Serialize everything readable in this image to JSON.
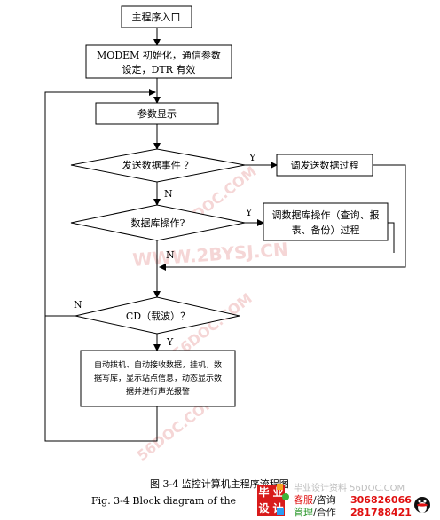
{
  "nodes": {
    "entry": "主程序入口",
    "init_line1": "MODEM 初始化，通信参数",
    "init_line2": "设定，DTR 有效",
    "param_display": "参数显示",
    "send_event": "发送数据事件 ？",
    "call_send": "调发送数据过程",
    "db_op": "数据库操作?",
    "call_db_line1": "调数据库操作（查询、报",
    "call_db_line2": "表、备份）过程",
    "cd": "CD（载波）？",
    "process_line1": "自动拨机、自动接收数据，挂机，数",
    "process_line2": "据写库，显示站点信息，动态显示数",
    "process_line3": "据并进行声光报警"
  },
  "edge_labels": {
    "send_yes": "Y",
    "send_no": "N",
    "db_yes": "Y",
    "db_no": "N",
    "cd_no": "N",
    "cd_yes": "Y"
  },
  "caption": {
    "cn": "图 3-4 监控计算机主程序流程图",
    "en": "Fig. 3-4 Block diagram of the"
  },
  "watermarks": {
    "main": "WWW.2BYSJ.CN",
    "side": "56DOC.COM"
  },
  "footer": {
    "logo_char1": "毕",
    "logo_char2": "业",
    "logo_char3": "设",
    "logo_char4": "计",
    "site_text": "毕业设计资料 56DOC.COM",
    "row1_label1": "客服",
    "row1_label2": "/咨询",
    "row1_number": "306826066",
    "row2_label1": "管理",
    "row2_label2": "/合作",
    "row2_number": "281788421"
  },
  "colors": {
    "watermark": "#f2c9c9",
    "footer_red": "#e01010",
    "footer_green": "#1a8f1a",
    "logo_red": "#d81b1b"
  }
}
